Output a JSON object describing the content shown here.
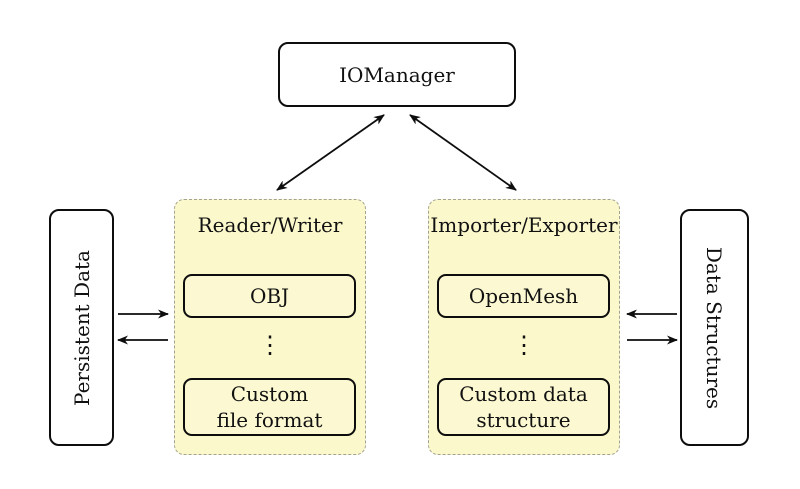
{
  "nodes": {
    "iomanager": {
      "label": "IOManager"
    },
    "persistent_data": {
      "label": "Persistent Data"
    },
    "data_structures": {
      "label": "Data Structures"
    },
    "reader_writer": {
      "title": "Reader/Writer",
      "top_item": "OBJ",
      "ellipsis": "⋮",
      "bottom_item": "Custom\nfile format"
    },
    "importer_exporter": {
      "title": "Importer/Exporter",
      "top_item": "OpenMesh",
      "ellipsis": "⋮",
      "bottom_item": "Custom data\nstructure"
    }
  },
  "connections": [
    {
      "from": "IOManager",
      "to": "Reader/Writer",
      "direction": "both"
    },
    {
      "from": "IOManager",
      "to": "Importer/Exporter",
      "direction": "both"
    },
    {
      "from": "Persistent Data",
      "to": "Reader/Writer",
      "direction": "forward"
    },
    {
      "from": "Reader/Writer",
      "to": "Persistent Data",
      "direction": "forward"
    },
    {
      "from": "Data Structures",
      "to": "Importer/Exporter",
      "direction": "forward"
    },
    {
      "from": "Importer/Exporter",
      "to": "Data Structures",
      "direction": "forward"
    }
  ],
  "colors": {
    "background": "#ffffff",
    "group_fill": "#fbf8cc",
    "group_border": "#a2a294",
    "node_border": "#0d0d0d",
    "arrow": "#0d0d0d",
    "text": "#111111"
  }
}
